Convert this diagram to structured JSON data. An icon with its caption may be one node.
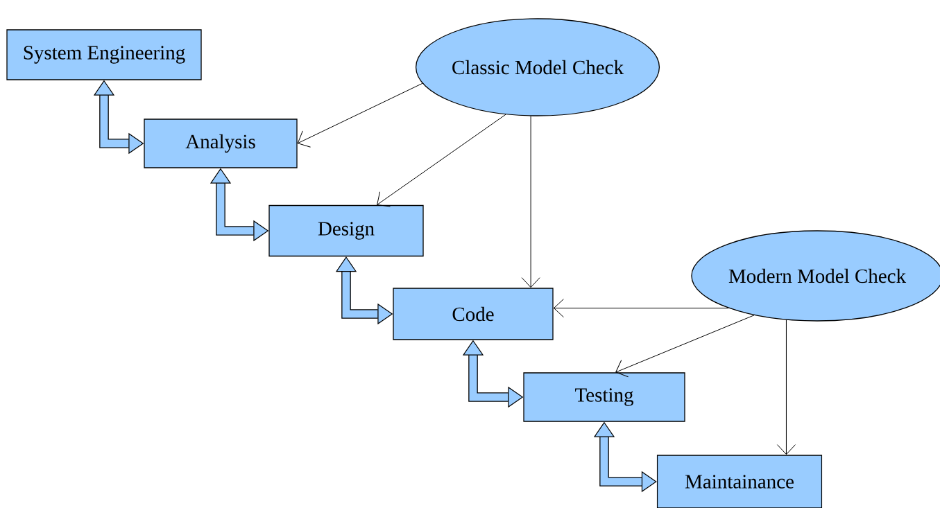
{
  "diagram": {
    "nodes": [
      {
        "text": [
          "System Engineering"
        ]
      },
      {
        "text": [
          "Analysis"
        ]
      },
      {
        "text": [
          "Design"
        ]
      },
      {
        "text": [
          "Code"
        ]
      },
      {
        "text": [
          "Testing"
        ]
      },
      {
        "text": [
          "Maintainance"
        ]
      },
      {
        "text": [
          "Classic Model Check"
        ]
      },
      {
        "text": [
          "Modern Model Check"
        ]
      }
    ],
    "edges": [
      {
        "from": 0,
        "to": 1,
        "arrow": "both",
        "style": "thick"
      },
      {
        "from": 1,
        "to": 2,
        "arrow": "both",
        "style": "thick"
      },
      {
        "from": 2,
        "to": 3,
        "arrow": "both",
        "style": "thick"
      },
      {
        "from": 3,
        "to": 4,
        "arrow": "both",
        "style": "thick"
      },
      {
        "from": 4,
        "to": 5,
        "arrow": "both",
        "style": "thick"
      },
      {
        "from": 6,
        "to": 1,
        "arrow": "to"
      },
      {
        "from": 6,
        "to": 2,
        "arrow": "to"
      },
      {
        "from": 6,
        "to": 3,
        "arrow": "to"
      },
      {
        "from": 7,
        "to": 3,
        "arrow": "to"
      },
      {
        "from": 7,
        "to": 4,
        "arrow": "to"
      },
      {
        "from": 7,
        "to": 5,
        "arrow": "to"
      }
    ]
  }
}
